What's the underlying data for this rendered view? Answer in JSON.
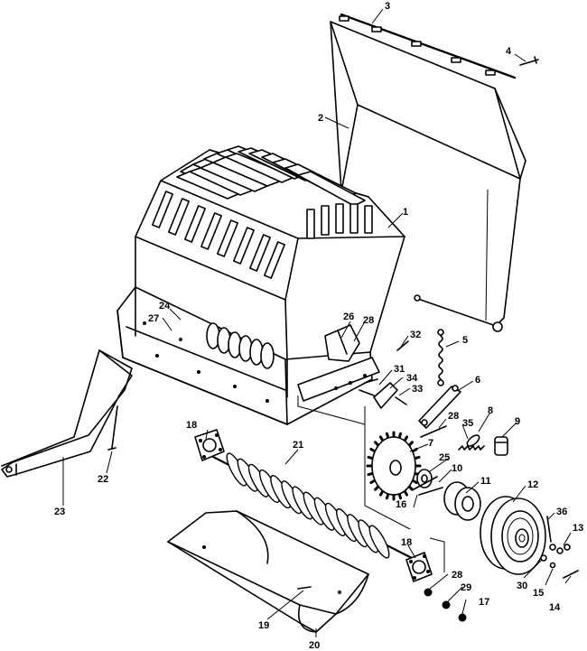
{
  "callouts": {
    "c1": "1",
    "c2": "2",
    "c3": "3",
    "c4": "4",
    "c5": "5",
    "c6": "6",
    "c7": "7",
    "c8": "8",
    "c9": "9",
    "c10": "10",
    "c11": "11",
    "c12": "12",
    "c13": "13",
    "c14": "14",
    "c15": "15",
    "c16": "16",
    "c17": "17",
    "c18a": "18",
    "c18b": "18",
    "c19": "19",
    "c20": "20",
    "c21": "21",
    "c22": "22",
    "c23": "23",
    "c24": "24",
    "c25": "25",
    "c26": "26",
    "c27": "27",
    "c28a": "28",
    "c28b": "28",
    "c28c": "28",
    "c29": "29",
    "c30": "30",
    "c31": "31",
    "c32": "32",
    "c33": "33",
    "c34": "34",
    "c35": "35",
    "c36": "36"
  }
}
